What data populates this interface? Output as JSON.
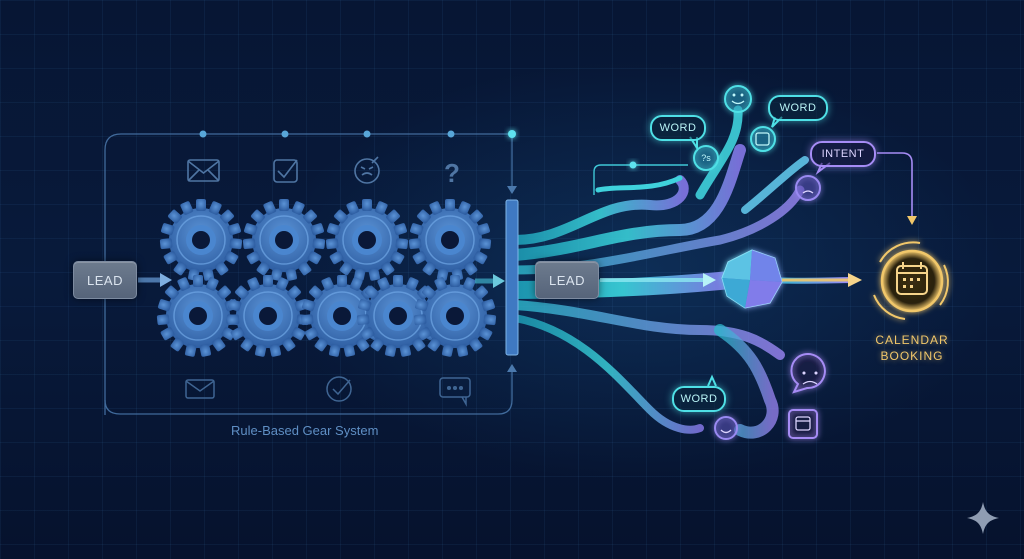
{
  "diagram": {
    "left_section": {
      "input_label": "LEAD",
      "caption": "Rule-Based Gear System",
      "top_icons": [
        "envelope-icon",
        "checkbox-icon",
        "confused-face-icon",
        "question-mark-icon"
      ],
      "bottom_icons": [
        "envelope-icon",
        "check-circle-icon",
        "chat-bubble-icon"
      ],
      "gear_rows": [
        4,
        5
      ]
    },
    "right_section": {
      "input_label": "LEAD",
      "bubbles": [
        {
          "label": "WORD",
          "style": "cyan"
        },
        {
          "label": "WORD",
          "style": "cyan"
        },
        {
          "label": "INTENT",
          "style": "violet"
        },
        {
          "label": "WORD",
          "style": "cyan"
        }
      ],
      "emotion_icons": [
        "smile-icon",
        "puzzle-icon",
        "question-face-icon",
        "sad-face-icon",
        "worried-face-bubble-icon",
        "smile-icon",
        "calendar-bubble-icon"
      ],
      "output": {
        "line1": "CALENDAR",
        "line2": "BOOKING"
      }
    },
    "corner_mark": "sparkle-icon",
    "colors": {
      "background": "#061331",
      "gear_blue": "#3c72b8",
      "fluid_cyan": "#35d6dc",
      "fluid_violet": "#8d7af0",
      "gold": "#f1c76a",
      "lead_box": "#5f6d82"
    }
  }
}
